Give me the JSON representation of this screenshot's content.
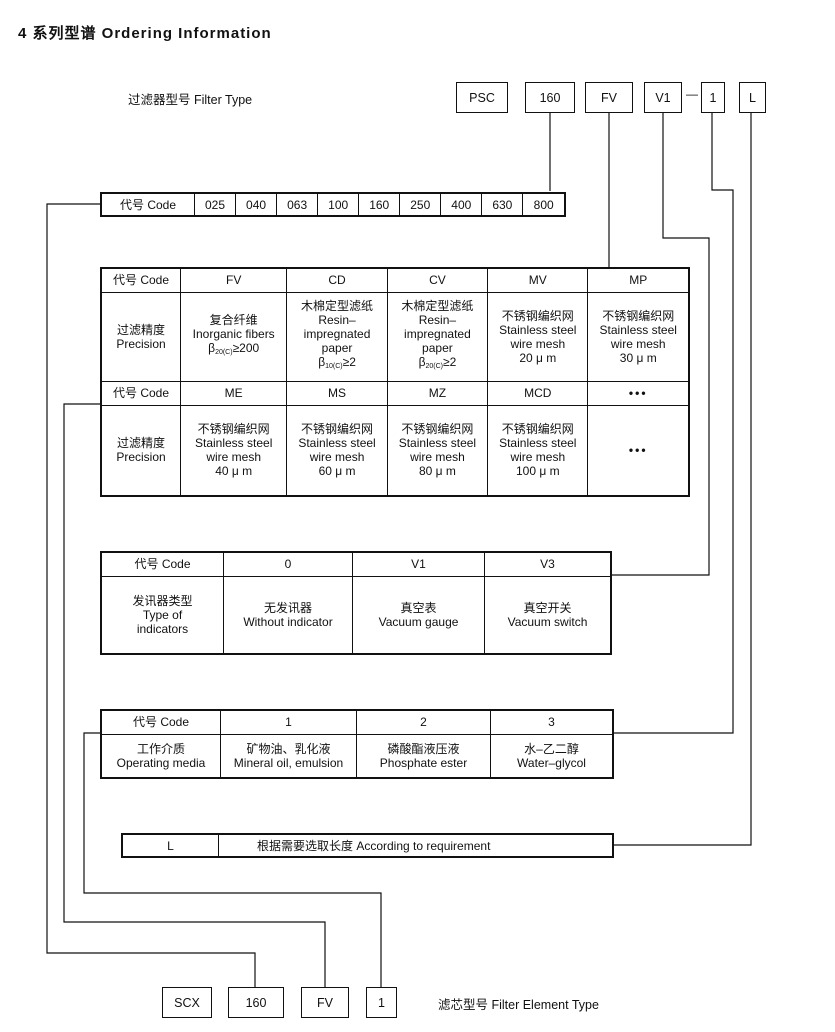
{
  "title": "4 系列型谱 Ordering Information",
  "filter_type_label": "过滤器型号 Filter Type",
  "model_code": [
    "PSC",
    "160",
    "FV",
    "V1",
    "1",
    "L"
  ],
  "dash": "—",
  "size_table": {
    "header": "代号 Code",
    "codes": [
      "025",
      "040",
      "063",
      "100",
      "160",
      "250",
      "400",
      "630",
      "800"
    ]
  },
  "precision_table": {
    "row1_header": "代号 Code",
    "row1_codes": [
      "FV",
      "CD",
      "CV",
      "MV",
      "MP"
    ],
    "row2_header": "过滤精度\nPrecision",
    "row2_cells": [
      {
        "lines": [
          "复合纤维",
          "Inorganic fibers"
        ],
        "beta": "β",
        "beta_sub": "20(C)",
        "beta_val": "≥200"
      },
      {
        "lines": [
          "木棉定型滤纸",
          "Resin–",
          "impregnated",
          "paper"
        ],
        "beta": "β",
        "beta_sub": "10(C)",
        "beta_val": "≥2"
      },
      {
        "lines": [
          "木棉定型滤纸",
          "Resin–",
          "impregnated",
          "paper"
        ],
        "beta": "β",
        "beta_sub": "20(C)",
        "beta_val": "≥2"
      },
      {
        "lines": [
          "不锈钢编织网",
          "Stainless steel",
          "wire mesh",
          "20 μ m"
        ]
      },
      {
        "lines": [
          "不锈钢编织网",
          "Stainless steel",
          "wire mesh",
          "30 μ m"
        ]
      }
    ],
    "row3_header": "代号 Code",
    "row3_codes": [
      "ME",
      "MS",
      "MZ",
      "MCD",
      "•••"
    ],
    "row4_header": "过滤精度\nPrecision",
    "row4_cells": [
      {
        "lines": [
          "不锈钢编织网",
          "Stainless steel",
          "wire mesh",
          "40 μ m"
        ]
      },
      {
        "lines": [
          "不锈钢编织网",
          "Stainless steel",
          "wire mesh",
          "60 μ m"
        ]
      },
      {
        "lines": [
          "不锈钢编织网",
          "Stainless steel",
          "wire mesh",
          "80 μ m"
        ]
      },
      {
        "lines": [
          "不锈钢编织网",
          "Stainless steel",
          "wire mesh",
          "100 μ m"
        ]
      },
      {
        "lines": [
          "•••"
        ]
      }
    ]
  },
  "indicator_table": {
    "header": "代号 Code",
    "codes": [
      "0",
      "V1",
      "V3"
    ],
    "row_label": [
      "发讯器类型",
      "Type of",
      "indicators"
    ],
    "values": [
      [
        "无发讯器",
        "Without indicator"
      ],
      [
        "真空表",
        "Vacuum gauge"
      ],
      [
        "真空开关",
        "Vacuum switch"
      ]
    ]
  },
  "media_table": {
    "header": "代号  Code",
    "codes": [
      "1",
      "2",
      "3"
    ],
    "row_label": [
      "工作介质",
      "Operating media"
    ],
    "values": [
      [
        "矿物油、乳化液",
        "Mineral oil, emulsion"
      ],
      [
        "磷酸酯液压液",
        "Phosphate ester"
      ],
      [
        "水–乙二醇",
        "Water–glycol"
      ]
    ]
  },
  "length_table": {
    "code": "L",
    "desc": "根据需要选取长度 According to requirement"
  },
  "element_code": [
    "SCX",
    "160",
    "FV",
    "1"
  ],
  "element_type_label": "滤芯型号 Filter Element Type"
}
